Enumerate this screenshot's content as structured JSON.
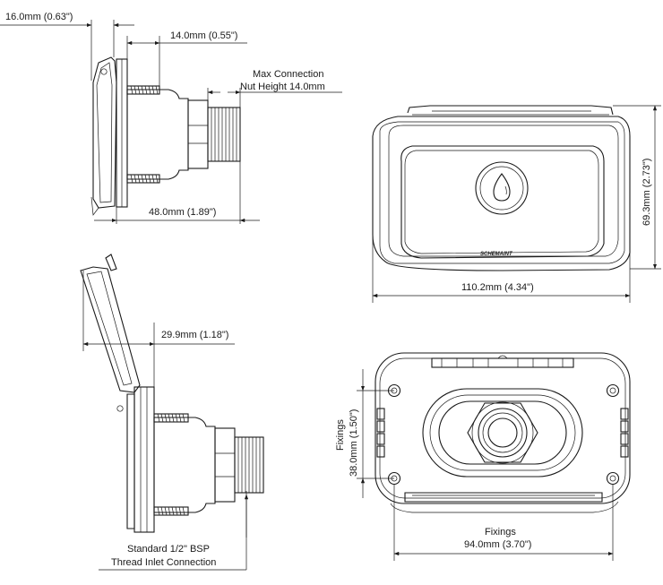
{
  "side_view": {
    "width_label": "16.0mm (0.63\")",
    "thread_label": "14.0mm (0.55\")",
    "nut_label_line1": "Max Connection",
    "nut_label_line2": "Nut Height 14.0mm",
    "depth_label": "48.0mm (1.89\")"
  },
  "open_view": {
    "lid_label": "29.9mm (1.18\")",
    "inlet_label_line1": "Standard 1/2\" BSP",
    "inlet_label_line2": "Thread Inlet Connection"
  },
  "front_view": {
    "height_label": "69.3mm (2.73\")",
    "width_label": "110.2mm (4.34\")",
    "brand_text": "SCHEMAINT",
    "icon": "water-drop-icon"
  },
  "back_view": {
    "fixings_v_line1": "Fixings",
    "fixings_v_line2": "38.0mm (1.50\")",
    "fixings_h_line1": "Fixings",
    "fixings_h_line2": "94.0mm (3.70\")"
  }
}
